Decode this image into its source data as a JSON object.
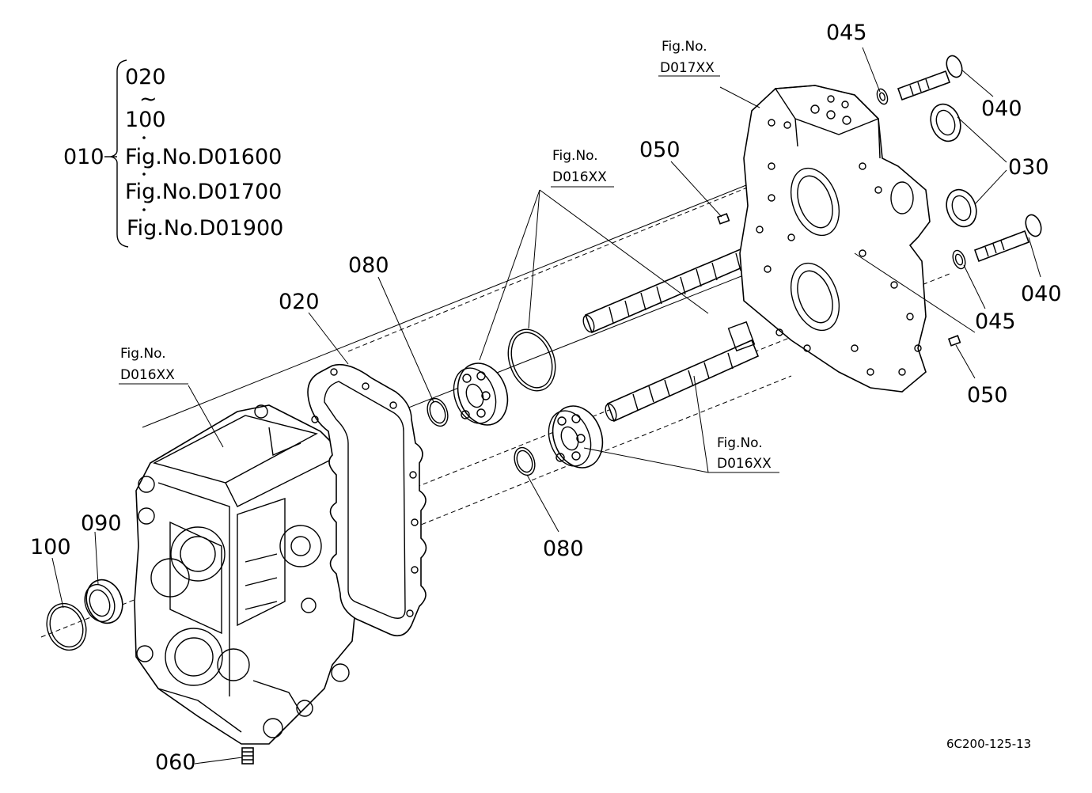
{
  "legend": {
    "top": "020",
    "tilde": "~",
    "bottom": "100",
    "parent": "010",
    "refs": [
      "Fig.No.D01600",
      "Fig.No.D01700",
      "Fig.No.D01900"
    ]
  },
  "figrefs": {
    "top_prefix": "Fig.No.",
    "top_code": "D017XX",
    "mid_prefix": "Fig.No.",
    "mid_code": "D016XX",
    "left_prefix": "Fig.No.",
    "left_code": "D016XX",
    "right_prefix": "Fig.No.",
    "right_code": "D016XX"
  },
  "callouts": {
    "c045_top": "045",
    "c040_top": "040",
    "c030": "030",
    "c050_top": "050",
    "c040_bot": "040",
    "c045_bot": "045",
    "c050_bot": "050",
    "c080_top": "080",
    "c020": "020",
    "c080_bot": "080",
    "c090": "090",
    "c100": "100",
    "c060": "060"
  },
  "drawing_code": "6C200-125-13"
}
